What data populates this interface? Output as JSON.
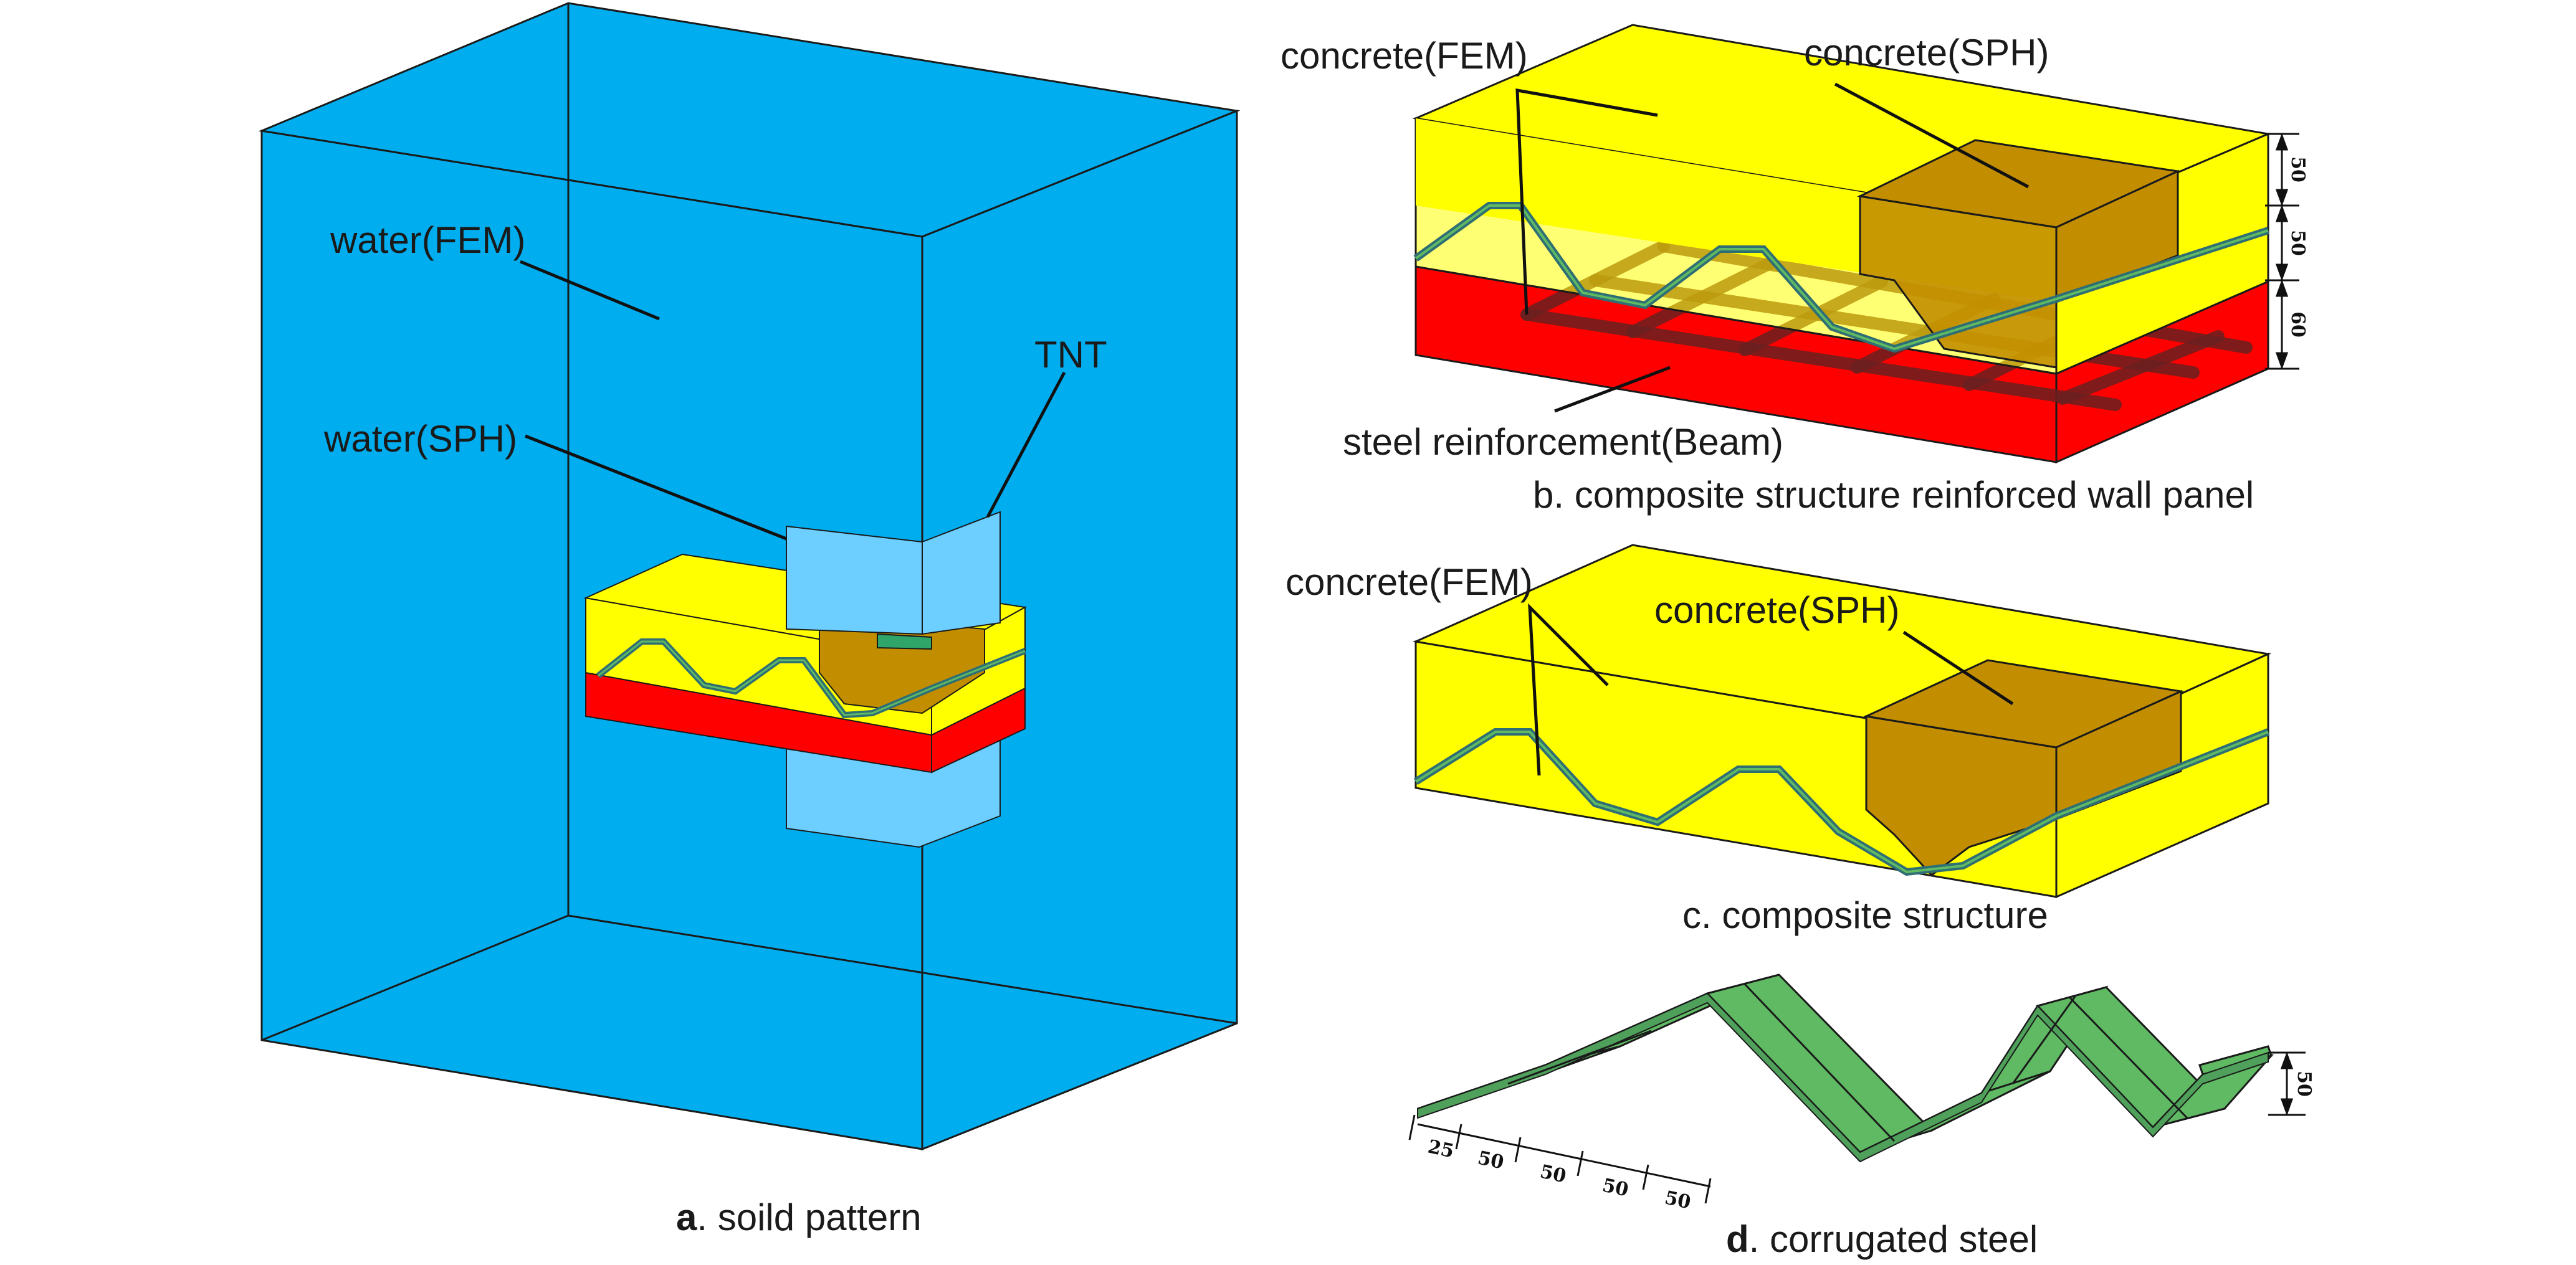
{
  "colors": {
    "water_fem": "#00AEEF",
    "water_sph": "#6CCFFF",
    "concrete": "#FFFF00",
    "concrete_sph": "#C28E00",
    "backing": "#FF0000",
    "steel": "#5FBA63",
    "steel_edge": "#2E6E74",
    "rebar": "#6A2020"
  },
  "panel_a": {
    "water_fem": "water(FEM)",
    "water_sph": "water(SPH)",
    "tnt": "TNT",
    "caption_bold": "a",
    "caption_rest": ". soild pattern"
  },
  "panel_b": {
    "concrete_fem": "concrete(FEM)",
    "concrete_sph": "concrete(SPH)",
    "rebar": "steel reinforcement(Beam)",
    "caption": "b. composite structure reinforced wall panel",
    "dims": [
      "50",
      "50",
      "60"
    ]
  },
  "panel_c": {
    "concrete_fem": "concrete(FEM)",
    "concrete_sph": "concrete(SPH)",
    "caption": "c. composite structure"
  },
  "panel_d": {
    "dims": [
      "25",
      "50",
      "50",
      "50",
      "50"
    ],
    "height_dim": "50",
    "caption_bold": "d",
    "caption_rest": ". corrugated steel"
  }
}
